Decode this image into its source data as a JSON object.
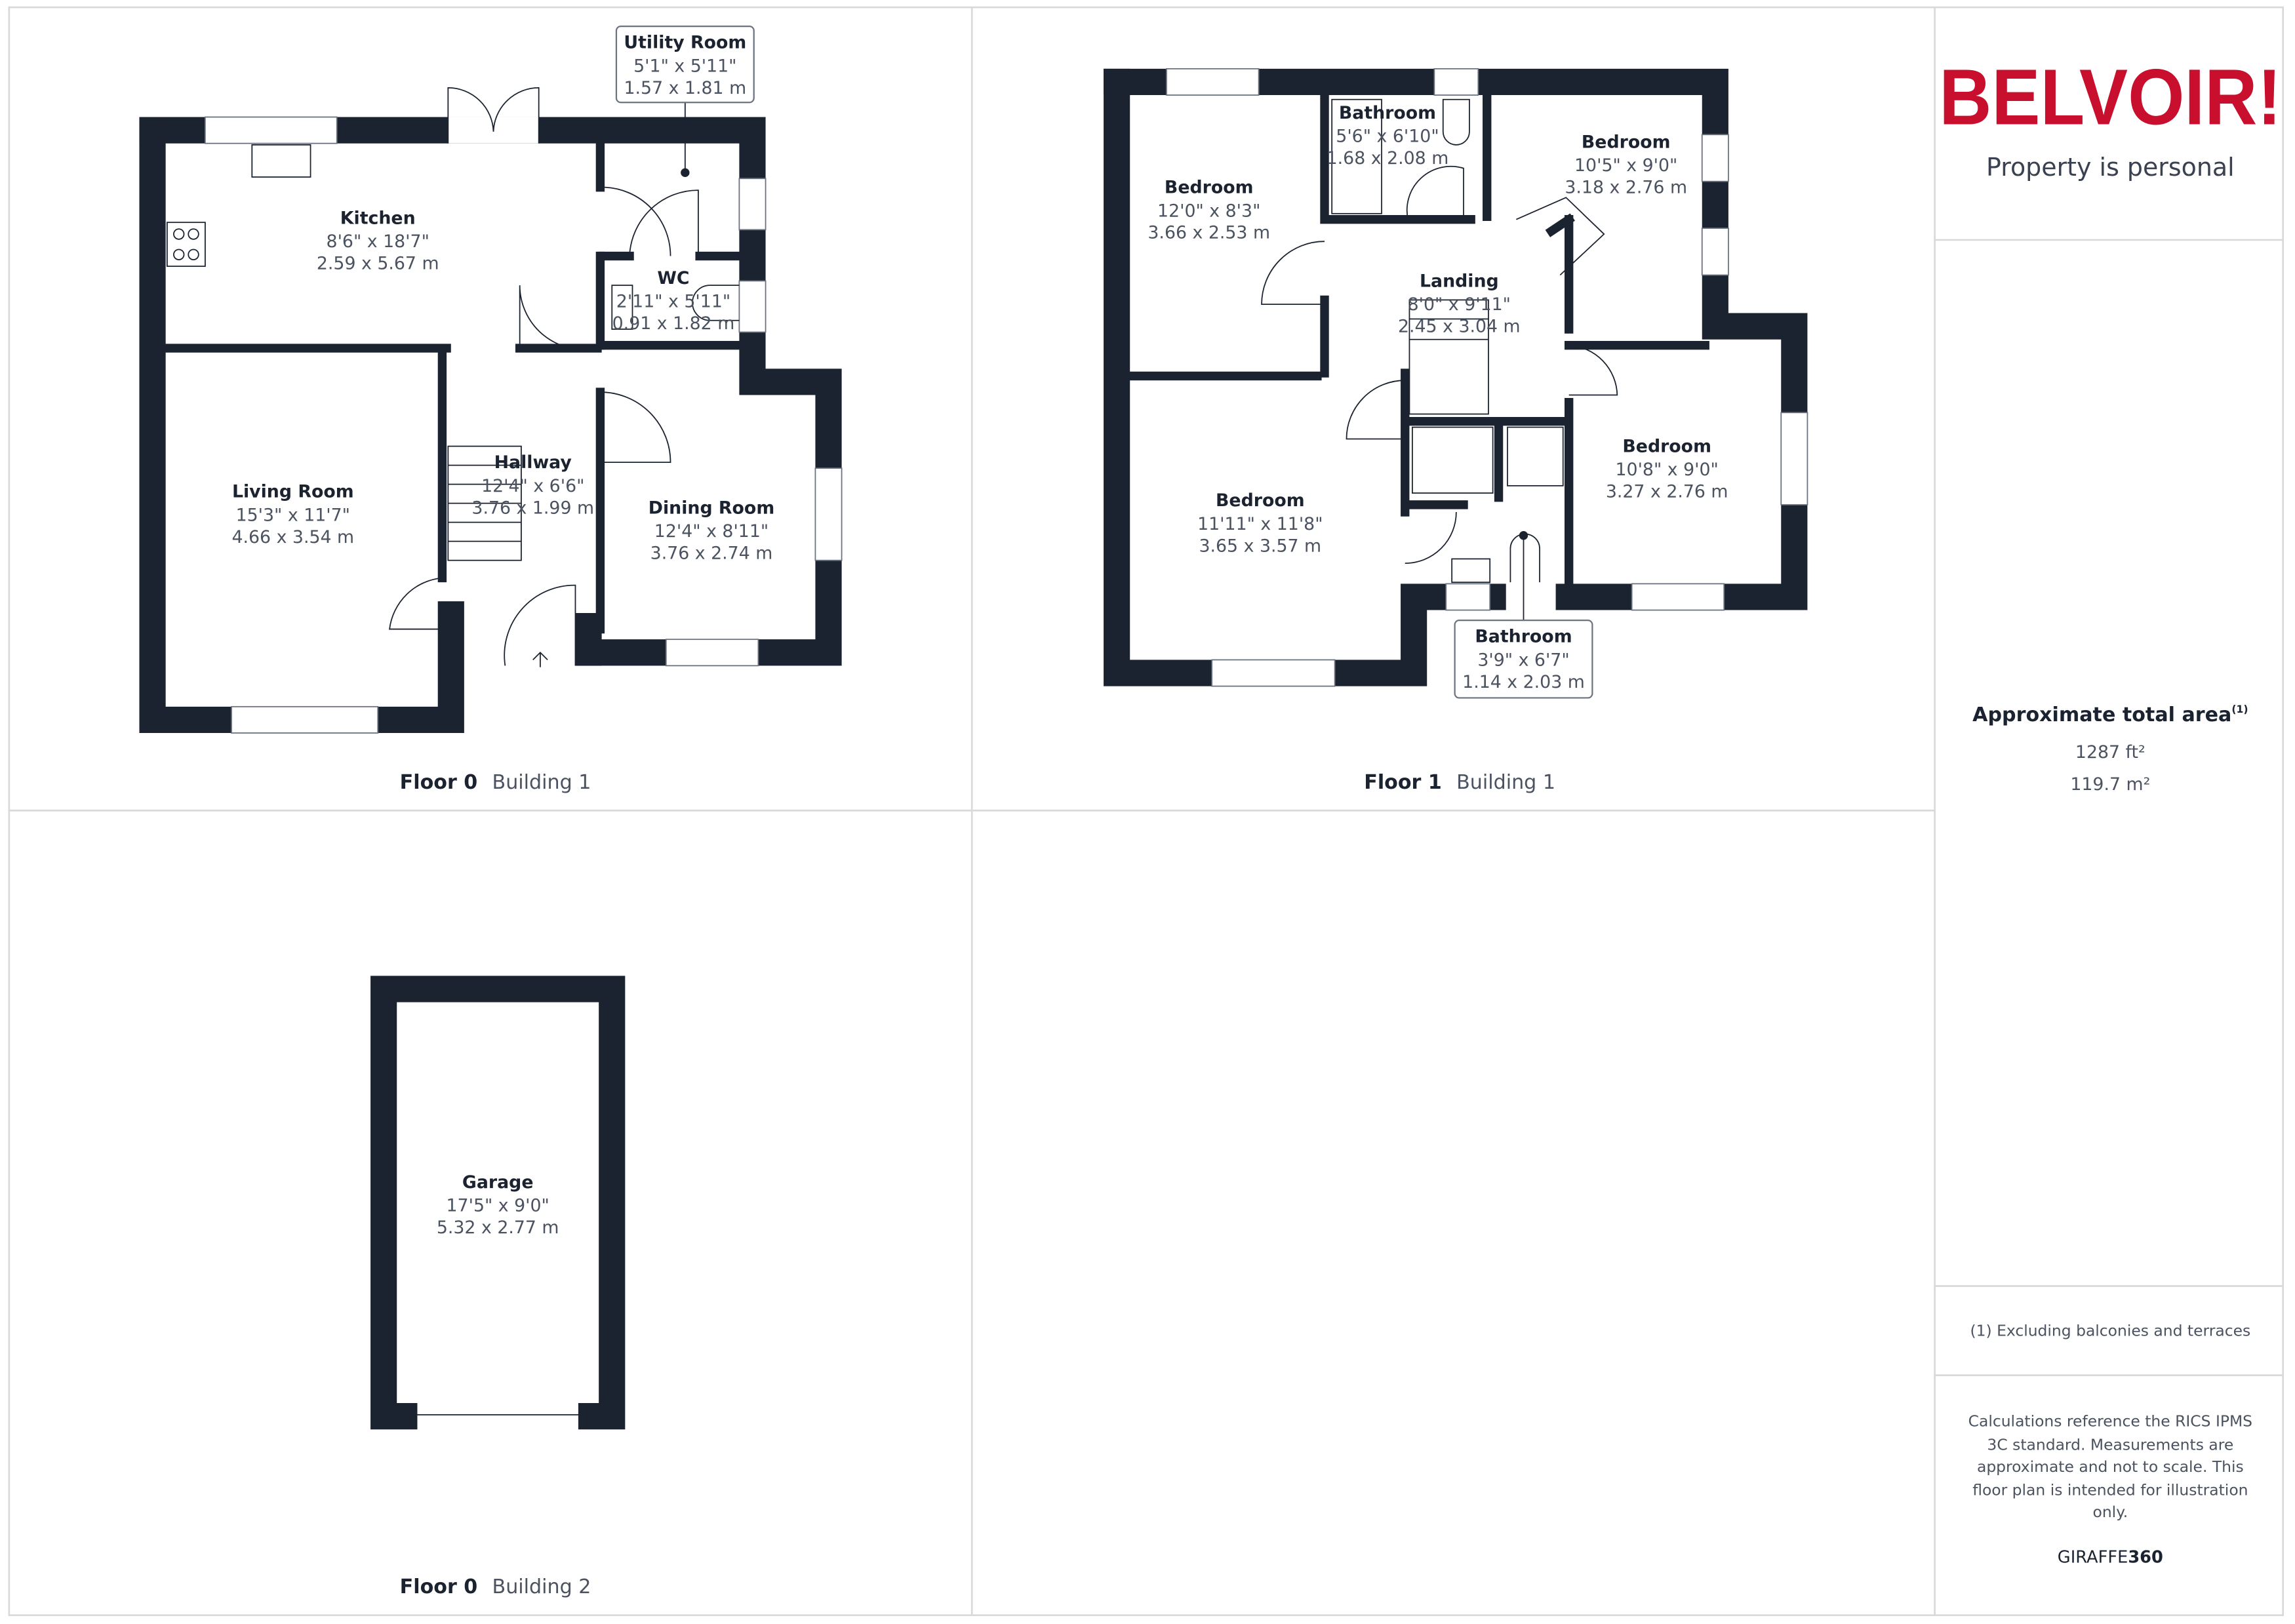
{
  "colors": {
    "wall": "#1c2330",
    "brand_red": "#c8102e",
    "text": "#1c2330",
    "muted_text": "#4b5260"
  },
  "branding": {
    "logo": "BELVOIR!",
    "tagline": "Property is personal",
    "provider": "GIRAFFE",
    "provider_bold": "360"
  },
  "area": {
    "title": "Approximate total area",
    "footnote_mark": "(1)",
    "imperial": "1287 ft²",
    "metric": "119.7 m²"
  },
  "notes": {
    "exclusion": "(1) Excluding balconies and terraces",
    "disclaimer": [
      "Calculations reference the RICS IPMS",
      "3C standard. Measurements are",
      "approximate and not to scale. This",
      "floor plan is intended for illustration",
      "only."
    ]
  },
  "plans": [
    {
      "floor": "Floor 0",
      "building": "Building 1",
      "rooms": [
        {
          "name": "Kitchen",
          "imperial": "8'6\" x 18'7\"",
          "metric": "2.59 x 5.67 m"
        },
        {
          "name": "Utility Room",
          "imperial": "5'1\" x 5'11\"",
          "metric": "1.57 x 1.81 m"
        },
        {
          "name": "WC",
          "imperial": "2'11\" x 5'11\"",
          "metric": "0.91 x 1.82 m"
        },
        {
          "name": "Living Room",
          "imperial": "15'3\" x 11'7\"",
          "metric": "4.66 x 3.54 m"
        },
        {
          "name": "Hallway",
          "imperial": "12'4\" x 6'6\"",
          "metric": "3.76 x 1.99 m"
        },
        {
          "name": "Dining Room",
          "imperial": "12'4\" x 8'11\"",
          "metric": "3.76 x 2.74 m"
        }
      ]
    },
    {
      "floor": "Floor 1",
      "building": "Building 1",
      "rooms": [
        {
          "name": "Bedroom",
          "imperial": "12'0\" x 8'3\"",
          "metric": "3.66 x 2.53 m"
        },
        {
          "name": "Bathroom",
          "imperial": "5'6\" x 6'10\"",
          "metric": "1.68 x 2.08 m"
        },
        {
          "name": "Bedroom",
          "imperial": "10'5\" x 9'0\"",
          "metric": "3.18 x 2.76 m"
        },
        {
          "name": "Landing",
          "imperial": "8'0\" x 9'11\"",
          "metric": "2.45 x 3.04 m"
        },
        {
          "name": "Bedroom",
          "imperial": "10'8\" x 9'0\"",
          "metric": "3.27 x 2.76 m"
        },
        {
          "name": "Bedroom",
          "imperial": "11'11\" x 11'8\"",
          "metric": "3.65 x 3.57 m"
        },
        {
          "name": "Bathroom",
          "imperial": "3'9\" x 6'7\"",
          "metric": "1.14 x 2.03 m"
        }
      ]
    },
    {
      "floor": "Floor 0",
      "building": "Building 2",
      "rooms": [
        {
          "name": "Garage",
          "imperial": "17'5\" x 9'0\"",
          "metric": "5.32 x 2.77 m"
        }
      ]
    }
  ]
}
